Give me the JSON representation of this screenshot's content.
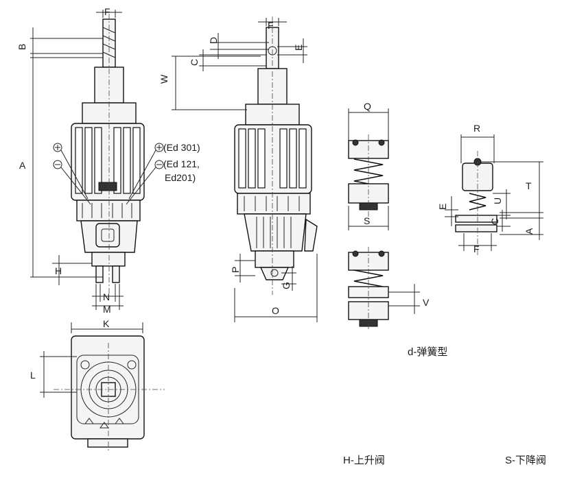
{
  "dimension_labels": {
    "F": "F",
    "B": "B",
    "A": "A",
    "H": "H",
    "N": "N",
    "M": "M",
    "K": "K",
    "L": "L",
    "D": "D",
    "E": "E",
    "C": "C",
    "W": "W",
    "P": "P",
    "G": "G",
    "O": "O",
    "Q": "Q",
    "S": "S",
    "V": "V",
    "R": "R",
    "T": "T",
    "U": "U"
  },
  "callouts": {
    "ed301": "(Ed 301)",
    "ed121": "(Ed 121,",
    "ed201": "Ed201)"
  },
  "legend": {
    "spring_type": "d-弹簧型",
    "lift_valve": "H-上升阀",
    "lower_valve": "S-下降阀"
  }
}
